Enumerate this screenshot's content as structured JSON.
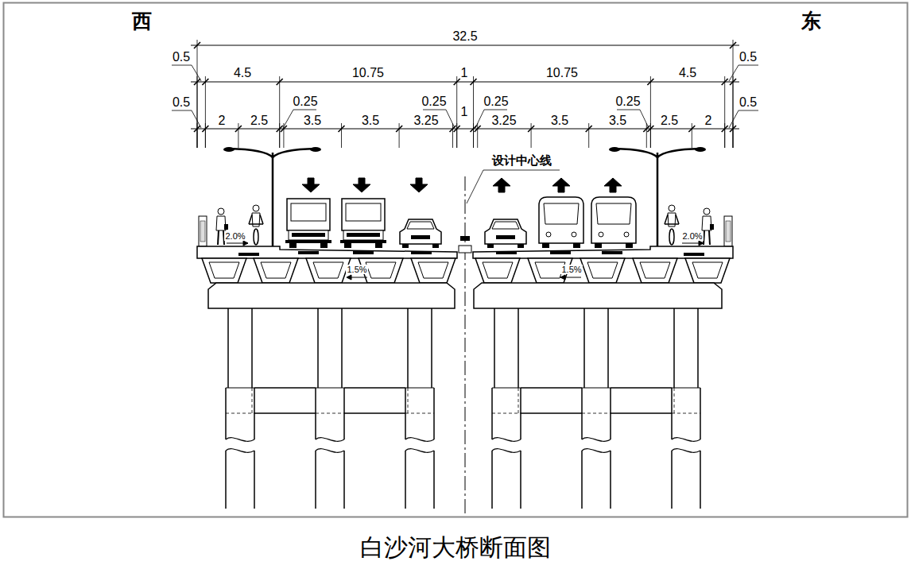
{
  "diagram": {
    "caption": "白沙河大桥断面图",
    "labels": [
      "西",
      "东",
      "32.5",
      "0.5",
      "0.5",
      "4.5",
      "10.75",
      "1",
      "10.75",
      "4.5",
      "0.5",
      "0.25",
      "0.25",
      "0.25",
      "0.25",
      "0.5",
      "1",
      "2",
      "2.5",
      "3.5",
      "3.5",
      "3.25",
      "3.25",
      "3.5",
      "3.5",
      "2.5",
      "2",
      "设计中心线",
      "2.0%",
      "1.5%",
      "1.5%",
      "2.0%"
    ]
  }
}
